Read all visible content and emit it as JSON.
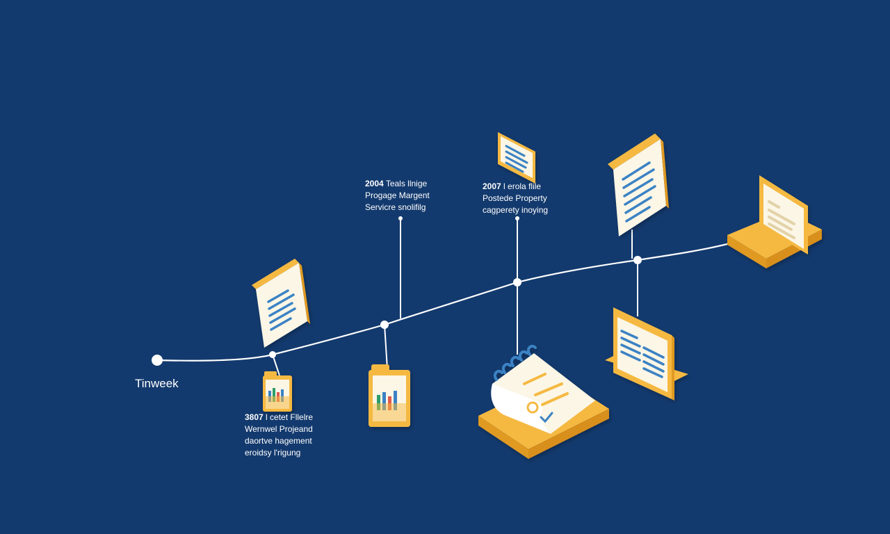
{
  "start_label": "Tinweek",
  "milestones": [
    {
      "year": "2004",
      "lines": [
        "Teals llnige",
        "Progage Margent",
        "Servicre snolifilg"
      ]
    },
    {
      "year": "2007",
      "lines": [
        "l erola flile",
        "Postede Property",
        "cagperety inoying"
      ]
    },
    {
      "year": "3807",
      "lines": [
        "l cetet Fllelre",
        "Wernwel Projeand",
        "daortve hagement",
        "eroidsy l'rigung"
      ]
    }
  ],
  "colors": {
    "background": "#133a6e",
    "line": "#ffffff",
    "folder": "#f5b942",
    "folder_dark": "#e09a22",
    "paper": "#fbf6e6",
    "text_stripe": "#3b82c4"
  },
  "icons": [
    "document-icon",
    "folder-chart-icon",
    "folder-chart-icon",
    "document-icon",
    "calendar-icon",
    "document-icon",
    "folder-document-icon",
    "laptop-icon"
  ]
}
